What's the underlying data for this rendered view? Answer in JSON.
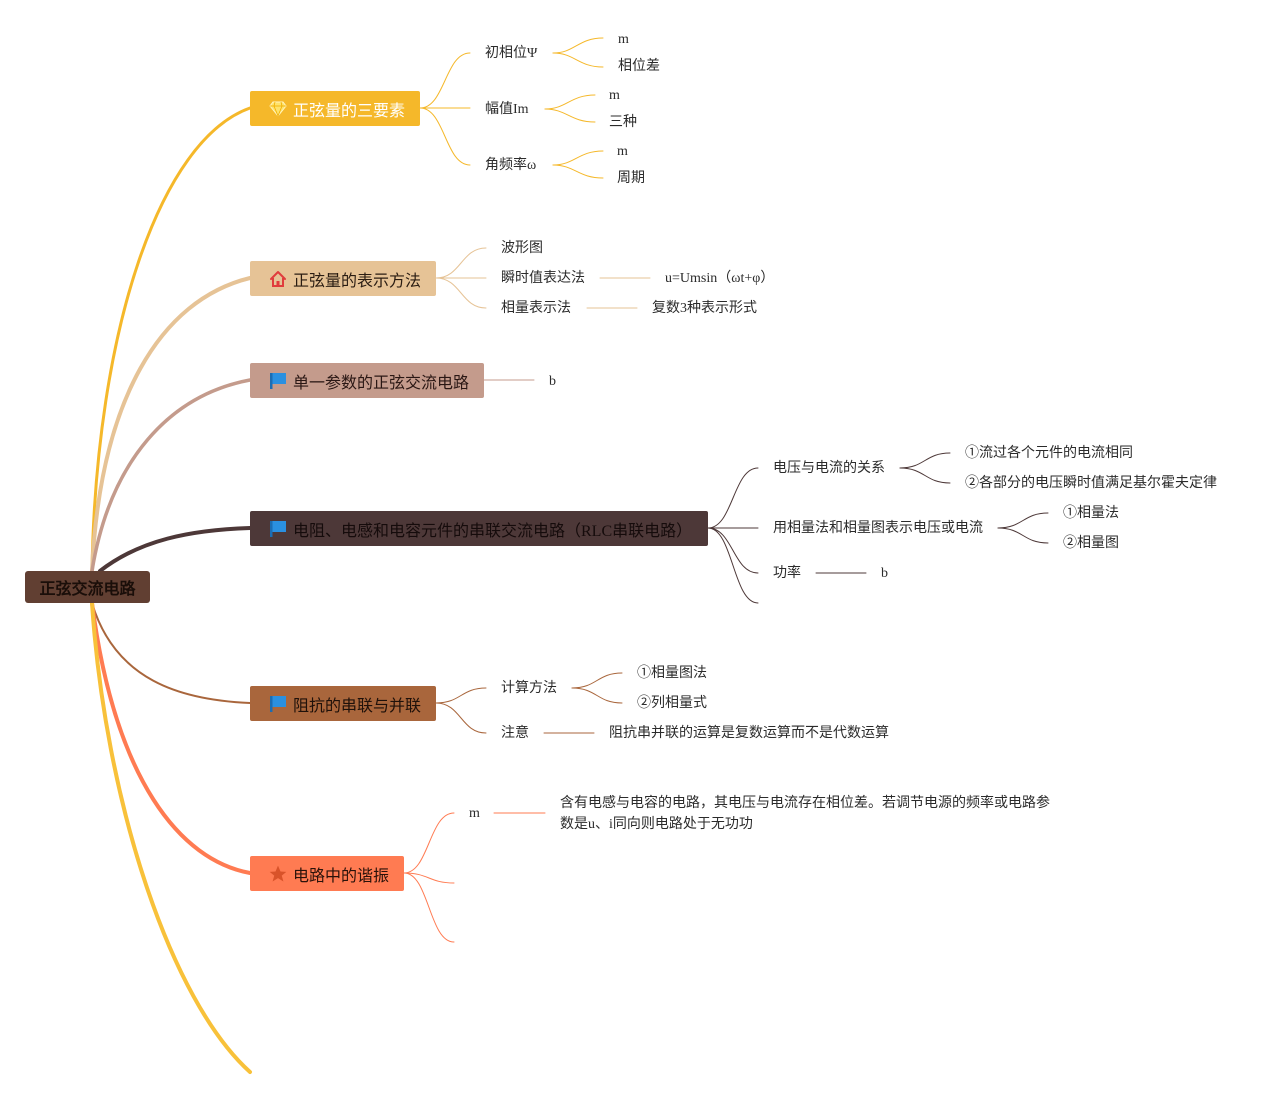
{
  "root": {
    "label": "正弦交流电路"
  },
  "branches": [
    {
      "label": "正弦量的三要素",
      "icon": "gem-icon",
      "color": "#f5b82a",
      "text_color": "#ffffff",
      "children": [
        {
          "label": "初相位Ψ",
          "children": [
            {
              "label": "m"
            },
            {
              "label": "相位差"
            }
          ]
        },
        {
          "label": "幅值Im",
          "children": [
            {
              "label": "m"
            },
            {
              "label": "三种"
            }
          ]
        },
        {
          "label": "角频率ω",
          "children": [
            {
              "label": "m"
            },
            {
              "label": "周期"
            }
          ]
        }
      ]
    },
    {
      "label": "正弦量的表示方法",
      "icon": "house-icon",
      "color": "#e6c396",
      "text_color": "#2a1c12",
      "children": [
        {
          "label": "波形图"
        },
        {
          "label": "瞬时值表达法",
          "children": [
            {
              "label": "u=Umsin（ωt+φ）"
            }
          ]
        },
        {
          "label": "相量表示法",
          "children": [
            {
              "label": "复数3种表示形式"
            }
          ]
        }
      ]
    },
    {
      "label": "单一参数的正弦交流电路",
      "icon": "flag-icon",
      "color": "#c49b8c",
      "text_color": "#2a1714",
      "children": [
        {
          "label": "b"
        }
      ]
    },
    {
      "label": "电阻、电感和电容元件的串联交流电路（RLC串联电路）",
      "icon": "flag-icon",
      "color": "#4d3838",
      "text_color": "#150b0b",
      "children": [
        {
          "label": "电压与电流的关系",
          "children": [
            {
              "label": "①流过各个元件的电流相同"
            },
            {
              "label": "②各部分的电压瞬时值满足基尔霍夫定律"
            }
          ]
        },
        {
          "label": "用相量法和相量图表示电压或电流",
          "children": [
            {
              "label": "①相量法"
            },
            {
              "label": "②相量图"
            }
          ]
        },
        {
          "label": "功率",
          "children": [
            {
              "label": "b"
            }
          ]
        },
        {}
      ]
    },
    {
      "label": "阻抗的串联与并联",
      "icon": "flag-icon",
      "color": "#a9663c",
      "text_color": "#1f110a",
      "children": [
        {
          "label": "计算方法",
          "children": [
            {
              "label": "①相量图法"
            },
            {
              "label": "②列相量式"
            }
          ]
        },
        {
          "label": "注意",
          "children": [
            {
              "label": "阻抗串并联的运算是复数运算而不是代数运算"
            }
          ]
        }
      ]
    },
    {
      "label": "电路中的谐振",
      "icon": "star-icon",
      "color": "#ff7b52",
      "text_color": "#2a120a",
      "children": [
        {
          "label": "m",
          "children": [
            {
              "label": "含有电感与电容的电路，其电压与电流存在相位差。若调节电源的频率或电路参数是u、i同向则电路处于无功功"
            }
          ]
        },
        {},
        {}
      ]
    },
    {
      "color": "#f8c13a"
    }
  ]
}
